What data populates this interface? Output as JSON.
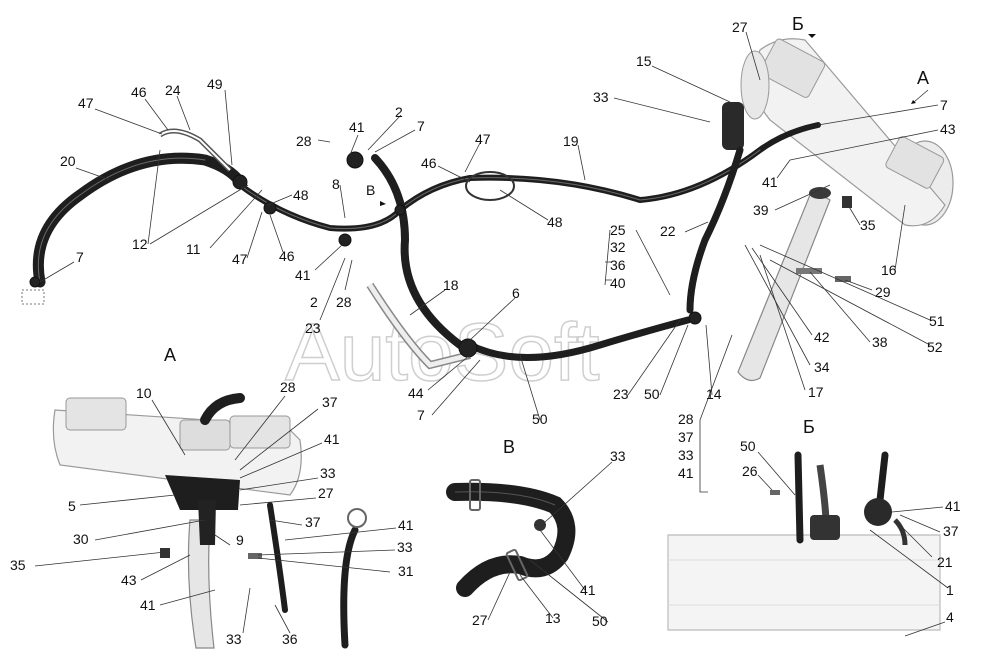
{
  "watermark": "AutoSoft",
  "view_letters": {
    "A_main": "А",
    "B_main": "Б",
    "V_main": "В",
    "A_inset": "А",
    "V_inset": "В",
    "B_inset": "Б"
  },
  "main_callouts": {
    "c47a": "47",
    "c46a": "46",
    "c24": "24",
    "c49": "49",
    "c20": "20",
    "c7a": "7",
    "c12": "12",
    "c11": "11",
    "c48a": "48",
    "c47b": "47",
    "c46b": "46",
    "c41a": "41",
    "c28a": "28",
    "c41b": "41",
    "c2a": "2",
    "c7b": "7",
    "c8": "8",
    "c2b": "2",
    "c28b": "28",
    "c23a": "23",
    "c18": "18",
    "c6": "6",
    "c44": "44",
    "c7c": "7",
    "c50a": "50",
    "c47c": "47",
    "c46c": "46",
    "c19": "19",
    "c48b": "48",
    "c25": "25",
    "c32": "32",
    "c36": "36",
    "c40": "40",
    "c22": "22",
    "c23b": "23",
    "c50b": "50",
    "c14": "14",
    "c28c": "28",
    "c37a": "37",
    "c33a": "33",
    "c41c": "41",
    "c15": "15",
    "c33b": "33",
    "c27a": "27",
    "c7d": "7",
    "c43a": "43",
    "c41d": "41",
    "c39": "39",
    "c35a": "35",
    "c16": "16",
    "c29": "29",
    "c51": "51",
    "c52": "52",
    "c38": "38",
    "c34": "34",
    "c42": "42",
    "c17": "17"
  },
  "inset_a_callouts": {
    "c10": "10",
    "c28": "28",
    "c37a": "37",
    "c41a": "41",
    "c33a": "33",
    "c27": "27",
    "c5": "5",
    "c30": "30",
    "c9": "9",
    "c37b": "37",
    "c41b": "41",
    "c33b": "33",
    "c35": "35",
    "c43": "43",
    "c31": "31",
    "c41c": "41",
    "c33c": "33",
    "c36": "36"
  },
  "inset_v_callouts": {
    "c33": "33",
    "c41": "41",
    "c27": "27",
    "c13": "13",
    "c50": "50"
  },
  "inset_b_callouts": {
    "c50": "50",
    "c26": "26",
    "c41": "41",
    "c37": "37",
    "c21": "21",
    "c1": "1",
    "c4": "4"
  }
}
